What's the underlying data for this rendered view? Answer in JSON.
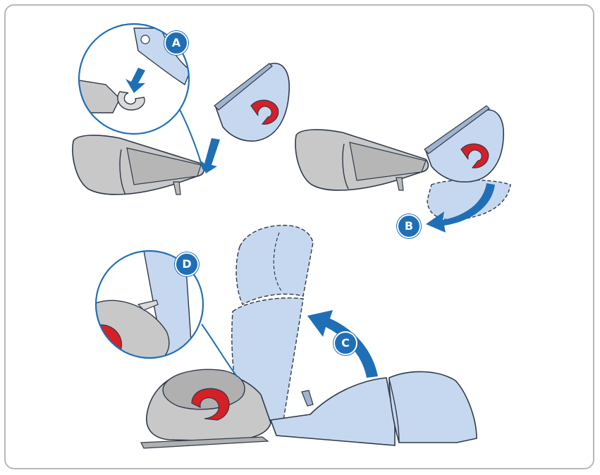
{
  "colors": {
    "frame": "#b8b8b8",
    "grey_fill": "#c8c8c8",
    "grey_dark": "#a9a9a9",
    "light_blue": "#c6d8f0",
    "blue_accent": "#1f6fb6",
    "red": "#d61f26",
    "outline": "#2f3a4a"
  },
  "steps": [
    {
      "id": "A",
      "label": "A"
    },
    {
      "id": "B",
      "label": "B"
    },
    {
      "id": "C",
      "label": "C"
    },
    {
      "id": "D",
      "label": "D"
    }
  ]
}
